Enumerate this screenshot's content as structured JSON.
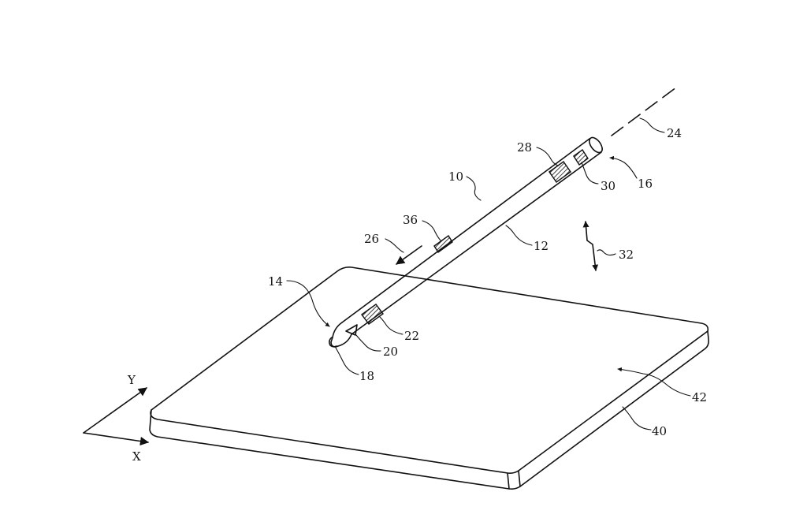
{
  "diagram": {
    "labels": {
      "stylus": "10",
      "body": "12",
      "tip_end": "14",
      "rear_end": "16",
      "tip": "18",
      "tip_sensor": "20",
      "tip_component": "22",
      "axis_line": "24",
      "motion_arrow": "26",
      "rear_component": "28",
      "end_component": "30",
      "wireless_signal": "32",
      "side_component": "36",
      "device": "40",
      "surface": "42"
    },
    "axes": {
      "x": "X",
      "y": "Y"
    },
    "line_color": "#111111",
    "background": "#ffffff"
  }
}
